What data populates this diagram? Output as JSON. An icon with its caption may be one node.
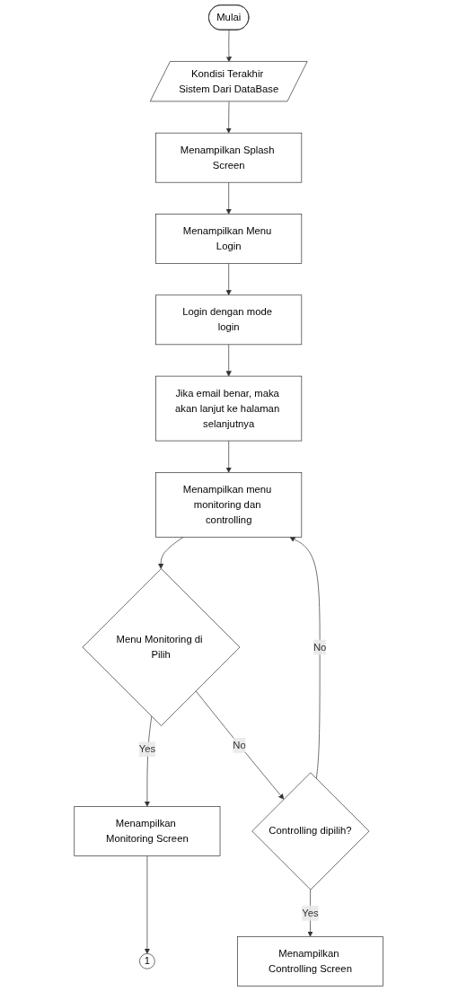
{
  "diagram": {
    "nodes": [
      {
        "text": [
          "Mulai"
        ]
      },
      {
        "text": [
          "Kondisi Terakhir Sistem Dari DataBase"
        ]
      },
      {
        "text": [
          "Menampilkan Splash Screen"
        ]
      },
      {
        "text": [
          "Menampilkan Menu Login"
        ]
      },
      {
        "text": [
          "Login dengan mode login"
        ]
      },
      {
        "text": [
          "Jika email benar, maka akan lanjut ke halaman selanjutnya"
        ]
      },
      {
        "text": [
          "Menampilkan menu monitoring dan controlling"
        ]
      },
      {
        "text": [
          "Menu Monitoring di Pilih"
        ]
      },
      {
        "text": [
          "Menampilkan Monitoring Screen"
        ]
      },
      {
        "text": [
          "1"
        ]
      },
      {
        "text": [
          "Controlling dipilih?"
        ]
      },
      {
        "text": [
          "Menampilkan Controlling Screen"
        ]
      }
    ],
    "edges": [
      {
        "from": 0,
        "to": 1,
        "arrow": "to"
      },
      {
        "from": 1,
        "to": 2,
        "arrow": "to"
      },
      {
        "from": 2,
        "to": 3,
        "arrow": "to"
      },
      {
        "from": 3,
        "to": 4,
        "arrow": "to"
      },
      {
        "from": 4,
        "to": 5,
        "arrow": "to"
      },
      {
        "from": 5,
        "to": 6,
        "arrow": "to"
      },
      {
        "from": 6,
        "to": 7,
        "arrow": "to"
      },
      {
        "from": 7,
        "to": 8,
        "arrow": "to",
        "label": "Yes"
      },
      {
        "from": 8,
        "to": 9,
        "arrow": "to"
      },
      {
        "from": 7,
        "to": 10,
        "arrow": "to",
        "label": "No"
      },
      {
        "from": 10,
        "to": 6,
        "arrow": "to",
        "label": "No"
      },
      {
        "from": 10,
        "to": 11,
        "arrow": "to",
        "label": "Yes"
      }
    ]
  }
}
